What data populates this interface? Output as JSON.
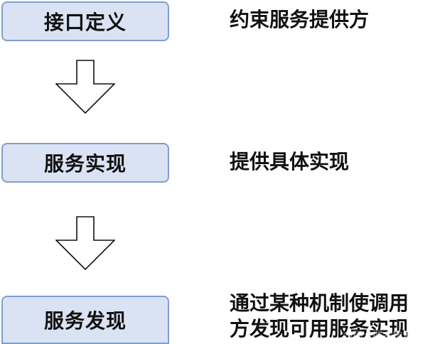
{
  "steps": [
    {
      "label": "接口定义",
      "description": "约束服务提供方"
    },
    {
      "label": "服务实现",
      "description": "提供具体实现"
    },
    {
      "label": "服务发现",
      "description_lines": [
        "通过某种机制使调用",
        "方发现可用服务实现"
      ]
    }
  ],
  "arrow_icon": "down-arrow-icon",
  "colors": {
    "box_fill": "#dae3f3",
    "box_border": "#7f9fcf",
    "text": "#111111"
  },
  "watermark": "@稀土掘金技术社区"
}
